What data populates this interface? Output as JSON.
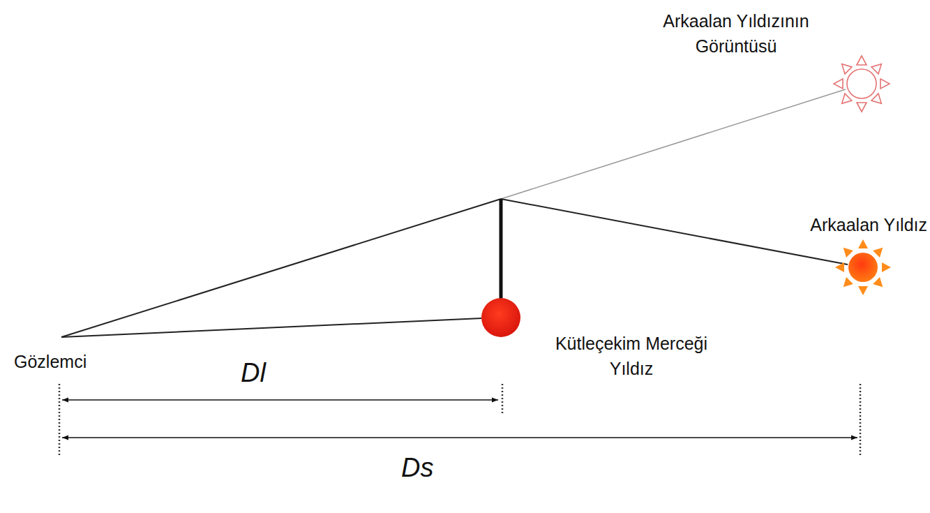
{
  "diagram": {
    "labels": [
      "Arkaalan Yıldızının Görüntüsü",
      "Arkaalan Yıldız",
      "Kütleçekim Merceği Yıldız",
      "Gözlemci",
      "Dl",
      "Ds"
    ]
  }
}
